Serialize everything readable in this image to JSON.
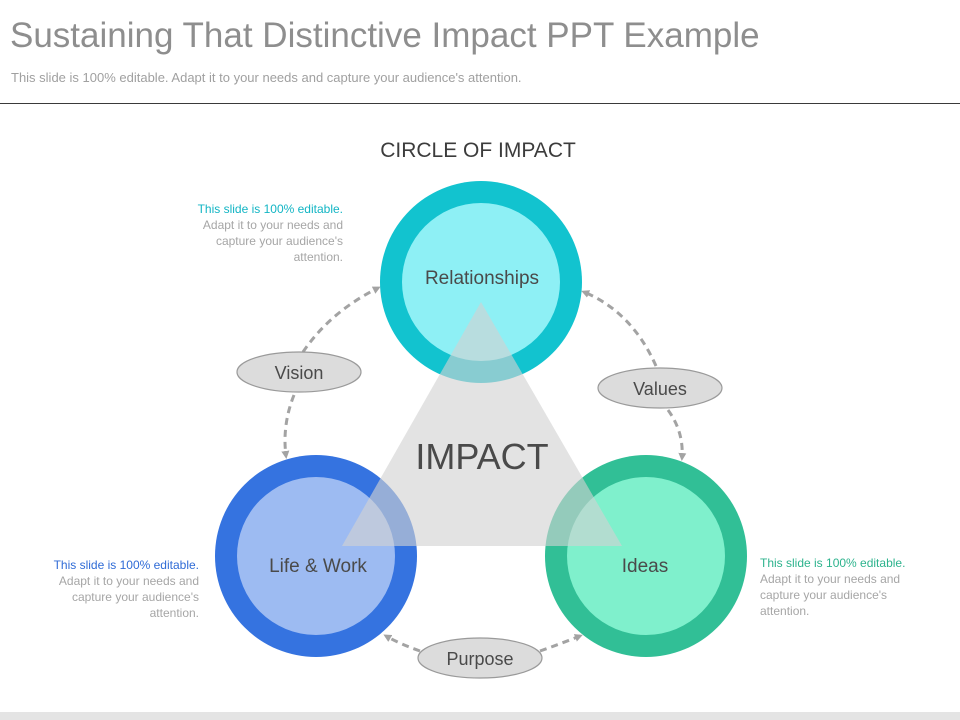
{
  "slide": {
    "title": "Sustaining That Distinctive Impact PPT Example",
    "subtitle": "This slide is 100% editable. Adapt it to your needs and capture your audience's attention."
  },
  "diagram": {
    "heading": "CIRCLE OF IMPACT",
    "center_label": "IMPACT",
    "circles": [
      {
        "label": "Relationships",
        "outer_color": "#12c3cf",
        "inner_color": "#8ef0f5"
      },
      {
        "label": "Life & Work",
        "outer_color": "#3573e0",
        "inner_color": "#9dbbf2"
      },
      {
        "label": "Ideas",
        "outer_color": "#31bf96",
        "inner_color": "#7ff0cc"
      }
    ],
    "connectors": [
      {
        "label": "Vision"
      },
      {
        "label": "Values"
      },
      {
        "label": "Purpose"
      }
    ],
    "notes": [
      {
        "accent": "This slide is 100% editable.",
        "line2": "Adapt it to your needs and",
        "line3": "capture your audience's",
        "line4": "attention.",
        "accent_color": "#12b5c4"
      },
      {
        "accent": "This slide is 100% editable.",
        "line2": "Adapt it to your needs and",
        "line3": "capture your audience's",
        "line4": "attention.",
        "accent_color": "#2f6bd6"
      },
      {
        "accent": "This slide is 100% editable.",
        "line2": "Adapt it to your needs and",
        "line3": "capture your audience's",
        "line4": "attention.",
        "accent_color": "#2db38d"
      }
    ]
  }
}
